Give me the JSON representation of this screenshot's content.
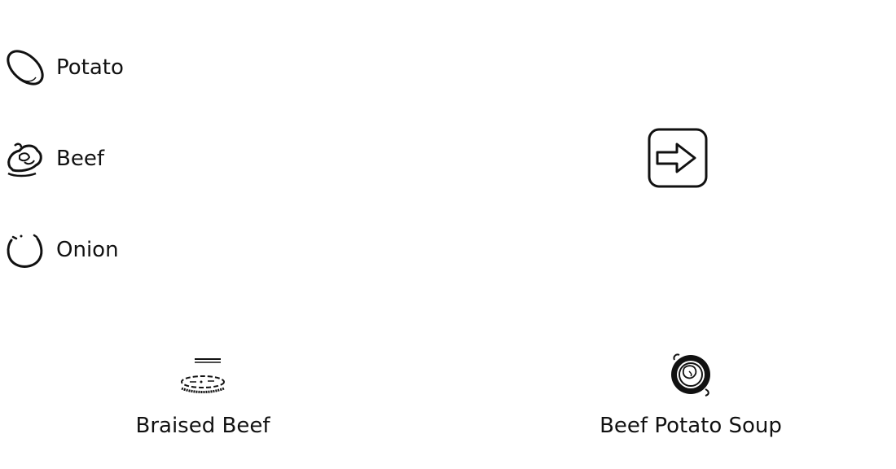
{
  "ingredients": [
    {
      "label": "Potato",
      "icon": "potato-icon"
    },
    {
      "label": "Beef",
      "icon": "beef-icon"
    },
    {
      "label": "Onion",
      "icon": "onion-icon"
    }
  ],
  "action": {
    "icon": "right-arrow-icon"
  },
  "recipes": [
    {
      "label": "Braised Beef",
      "icon": "braised-beef-icon"
    },
    {
      "label": "Beef Potato Soup",
      "icon": "soup-pot-icon"
    }
  ],
  "colors": {
    "ink": "#111111",
    "background": "#ffffff"
  }
}
